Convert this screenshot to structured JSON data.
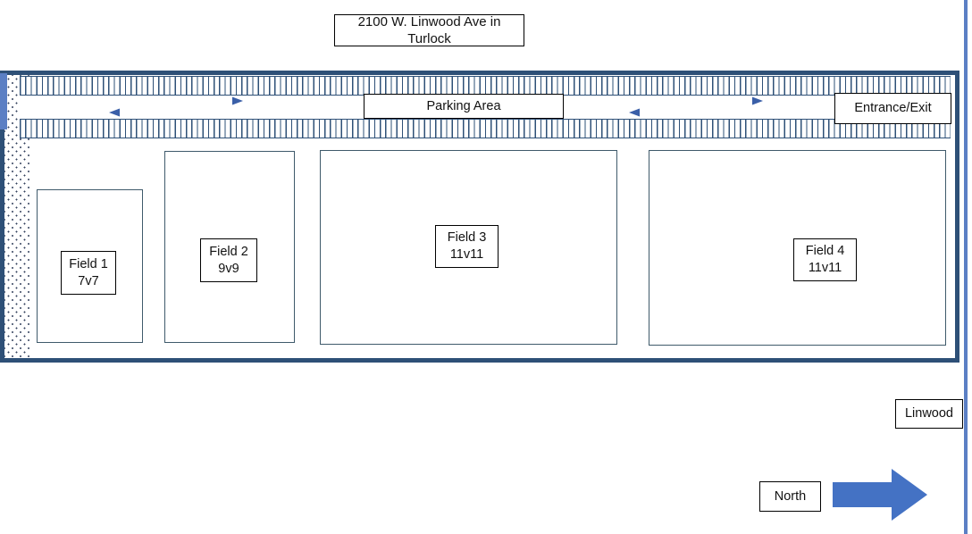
{
  "title": {
    "text": "2100 W. Linwood Ave in Turlock"
  },
  "site": {
    "parking": {
      "area_label": "Parking Area",
      "entrance_exit_label": "Entrance/Exit",
      "traffic_flow": [
        {
          "id": "west-eastbound",
          "direction": "right"
        },
        {
          "id": "west-westbound",
          "direction": "left"
        },
        {
          "id": "east-eastbound",
          "direction": "right"
        },
        {
          "id": "east-westbound",
          "direction": "left"
        }
      ]
    },
    "fields": [
      {
        "name": "Field 1",
        "format": "7v7"
      },
      {
        "name": "Field 2",
        "format": "9v9"
      },
      {
        "name": "Field 3",
        "format": "11v11"
      },
      {
        "name": "Field 4",
        "format": "11v11"
      }
    ]
  },
  "legend": {
    "street_label": "Linwood",
    "compass_label": "North"
  },
  "colors": {
    "site_border": "#2e5077",
    "accent_blue": "#5b7fc4",
    "arrow_blue": "#4472c4",
    "field_outline": "#3f5a6b",
    "label_outline": "#000000"
  }
}
